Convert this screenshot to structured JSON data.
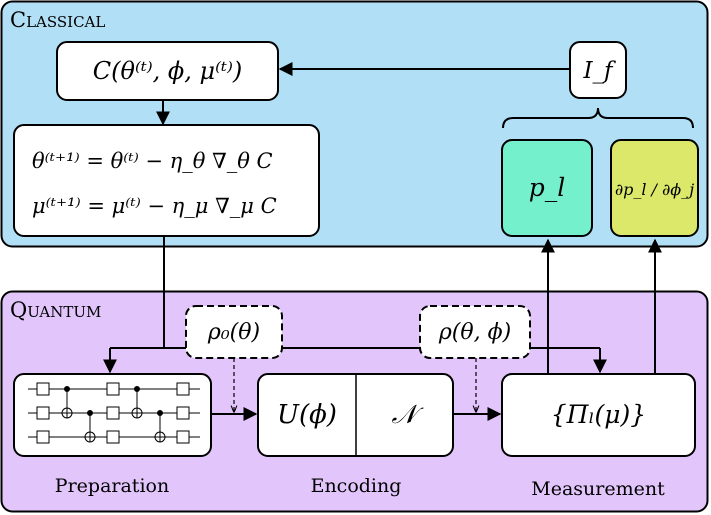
{
  "panels": {
    "classical": {
      "title": "Classical",
      "color": "#b1dff6"
    },
    "quantum": {
      "title": "Quantum",
      "color": "#e2c6fb"
    }
  },
  "nodes": {
    "cost": {
      "text": "C(θ⁽ᵗ⁾, ϕ, μ⁽ᵗ⁾)"
    },
    "update_theta": {
      "text": "θ⁽ᵗ⁺¹⁾ = θ⁽ᵗ⁾ − η_θ ∇_θ C"
    },
    "update_mu": {
      "text": "μ⁽ᵗ⁺¹⁾ = μ⁽ᵗ⁾ − η_μ ∇_μ C"
    },
    "fisher": {
      "text": "I_f"
    },
    "prob": {
      "text": "p_l",
      "color": "#75f0cc"
    },
    "deriv": {
      "text": "∂p_l / ∂ϕ_j",
      "color": "#dbe86a"
    },
    "rho0": {
      "text": "ρ₀(θ)"
    },
    "rho": {
      "text": "ρ(θ, ϕ)"
    },
    "unitary": {
      "text": "U(ϕ)"
    },
    "noise": {
      "text": "𝒩"
    },
    "povm": {
      "text": "{Πₗ(μ)}"
    }
  },
  "stage_labels": {
    "preparation": "Preparation",
    "encoding": "Encoding",
    "measurement": "Measurement"
  }
}
